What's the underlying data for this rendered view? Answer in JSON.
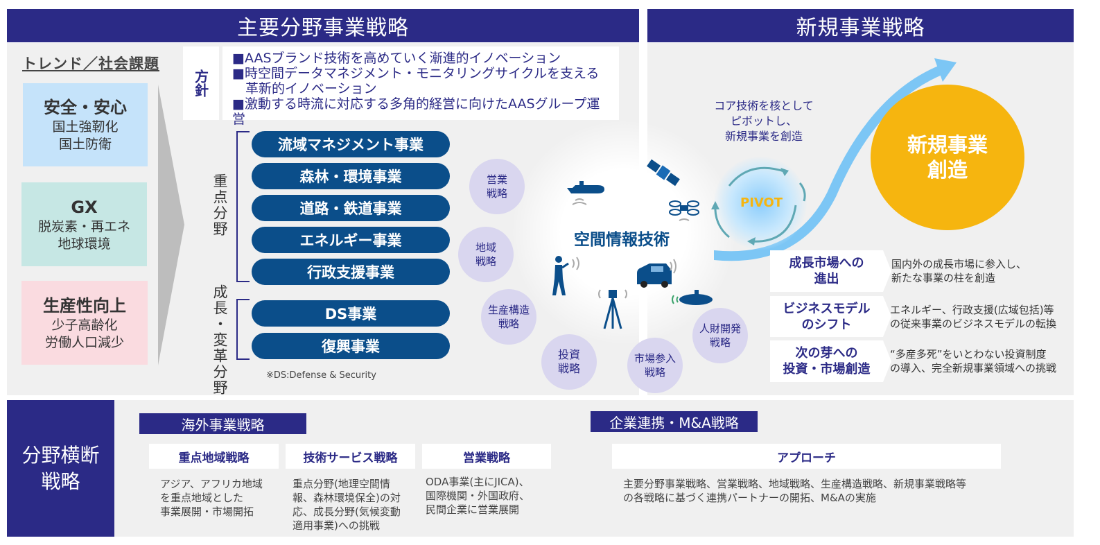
{
  "main_header": "主要分野事業戦略",
  "new_header": "新規事業戦略",
  "trend": {
    "title": "トレンド／社会課題",
    "items": [
      {
        "title": "安全・安心",
        "lines": [
          "国土強靭化",
          "国土防衛"
        ],
        "color": "#c5e3fa"
      },
      {
        "title": "GX",
        "lines": [
          "脱炭素・再エネ",
          "地球環境"
        ],
        "color": "#c6e7e4"
      },
      {
        "title": "生産性向上",
        "lines": [
          "少子高齢化",
          "労働人口減少"
        ],
        "color": "#fadbe0"
      }
    ]
  },
  "policy": {
    "label": "方針",
    "lines": [
      "■AASブランド技術を高めていく漸進的イノベーション",
      "■時空間データマネジメント・モニタリングサイクルを支える",
      "　革新的イノベーション",
      "■激動する時流に対応する多角的経営に向けたAASグループ運営"
    ]
  },
  "focus_label": "重点分野",
  "growth_label": "成長・変革分野",
  "focus_pills": [
    "流域マネジメント事業",
    "森林・環境事業",
    "道路・鉄道事業",
    "エネルギー事業",
    "行政支援事業"
  ],
  "growth_pills": [
    "DS事業",
    "復興事業"
  ],
  "ds_note": "※DS:Defense & Security",
  "tech_center": "空間情報技術",
  "circles": [
    {
      "label": "営業\n戦略"
    },
    {
      "label": "地域\n戦略"
    },
    {
      "label": "生産構造\n戦略"
    },
    {
      "label": "投資\n戦略"
    },
    {
      "label": "市場参入\n戦略"
    },
    {
      "label": "人財開発\n戦略"
    }
  ],
  "pivot": {
    "caption": [
      "コア技術を核として",
      "ピボットし、",
      "新規事業を創造"
    ],
    "label": "PIVOT",
    "target": "新規事業\n創造",
    "target_color": "#f6b50f"
  },
  "strategies": [
    {
      "label": "成長市場への\n進出",
      "desc": "国内外の成長市場に参入し、\n新たな事業の柱を創造"
    },
    {
      "label": "ビジネスモデル\nのシフト",
      "desc": "エネルギー、行政支援(広域包括)等\nの従来事業のビジネスモデルの転換"
    },
    {
      "label": "次の芽への\n投資・市場創造",
      "desc": "“多産多死”をいとわない投資制度\nの導入、完全新規事業領域への挑戦"
    }
  ],
  "cross": {
    "label": "分野横断\n戦略",
    "overseas": {
      "header": "海外事業戦略",
      "cols": [
        {
          "title": "重点地域戦略",
          "desc": "アジア、アフリカ地域\nを重点地域とした\n事業展開・市場開拓"
        },
        {
          "title": "技術サービス戦略",
          "desc": "重点分野(地理空間情\n報、森林環境保全)の対\n応、成長分野(気候変動\n適用事業)への挑戦"
        },
        {
          "title": "営業戦略",
          "desc": "ODA事業(主にJICA)、\n国際機関・外国政府、\n民間企業に営業展開"
        }
      ]
    },
    "ma": {
      "header": "企業連携・M&A戦略",
      "approach": "アプローチ",
      "desc": "主要分野事業戦略、営業戦略、地域戦略、生産構造戦略、新規事業戦略等\nの各戦略に基づく連携パートナーの開拓、M&Aの実施"
    }
  }
}
